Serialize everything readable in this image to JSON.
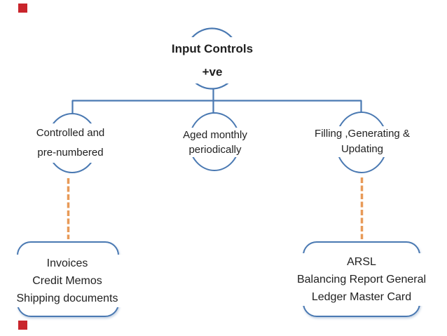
{
  "title": {
    "line1": "Input Controls",
    "line2": "+ve"
  },
  "branches": [
    {
      "line1": "Controlled and",
      "line2": "pre-numbered"
    },
    {
      "line1": "Aged monthly",
      "line2": "periodically"
    },
    {
      "line1": "Filling ,Generating &",
      "line2": "Updating"
    }
  ],
  "outputs": [
    {
      "line1": "Invoices",
      "line2": "Credit Memos",
      "line3": "Shipping documents"
    },
    {
      "line1": "ARSL",
      "line2": "Balancing Report General",
      "line3": "Ledger Master Card"
    }
  ],
  "colors": {
    "shape_outline_blue": "#4a79b2",
    "connector_blue": "#4a79b2",
    "dashed_connector_orange": "#e89a58",
    "corner_marker_red": "#c9252c",
    "text": "#1f1f1f",
    "background": "#ffffff"
  }
}
